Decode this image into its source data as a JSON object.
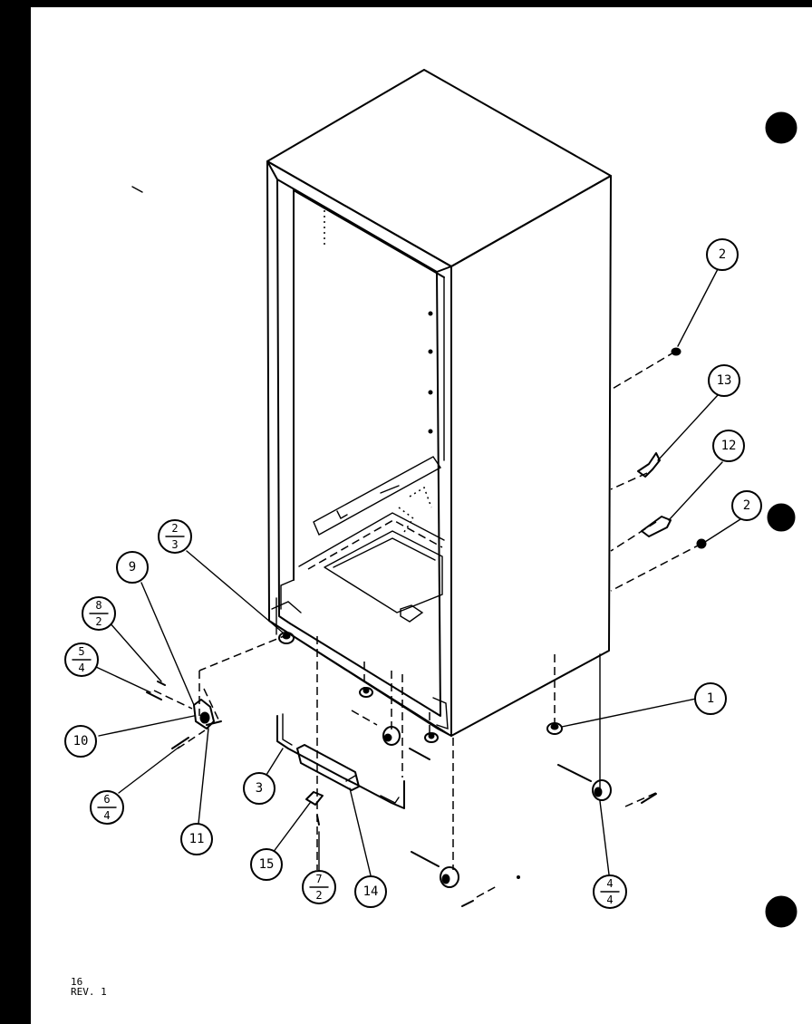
{
  "diagram": {
    "callouts": [
      {
        "id": "c2-top",
        "label": "2"
      },
      {
        "id": "c13",
        "label": "13"
      },
      {
        "id": "c12",
        "label": "12"
      },
      {
        "id": "c2-mid",
        "label": "2"
      },
      {
        "id": "c1",
        "label": "1"
      },
      {
        "id": "c4-4",
        "top": "4",
        "bottom": "4"
      },
      {
        "id": "c14",
        "label": "14"
      },
      {
        "id": "c7-2",
        "top": "7",
        "bottom": "2"
      },
      {
        "id": "c15",
        "label": "15"
      },
      {
        "id": "c3",
        "label": "3"
      },
      {
        "id": "c11",
        "label": "11"
      },
      {
        "id": "c6-4",
        "top": "6",
        "bottom": "4"
      },
      {
        "id": "c10",
        "label": "10"
      },
      {
        "id": "c5-4",
        "top": "5",
        "bottom": "4"
      },
      {
        "id": "c8-2",
        "top": "8",
        "bottom": "2"
      },
      {
        "id": "c9",
        "label": "9"
      },
      {
        "id": "c2-3",
        "top": "2",
        "bottom": "3"
      }
    ]
  },
  "footer": {
    "page_number": "16",
    "revision": "REV. 1"
  }
}
